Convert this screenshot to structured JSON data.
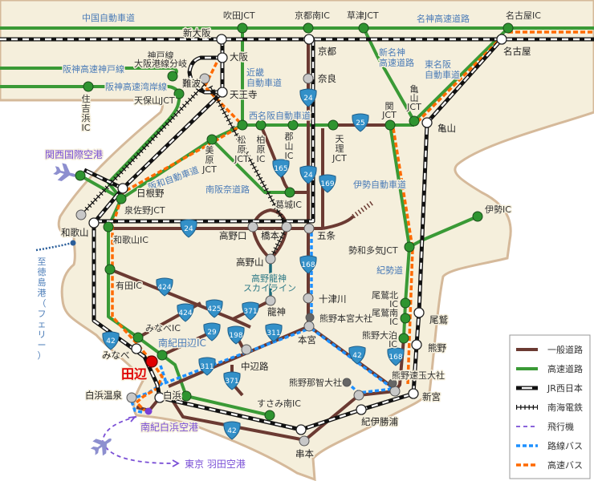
{
  "colors": {
    "land": "#f5efdc",
    "coast": "#d5b99a",
    "road": "#6b3a32",
    "expressway": "#3a9a36",
    "jr": "#111111",
    "bus": "#1e90ff",
    "highway_bus": "#ff6a00",
    "plane": "#7a4fd6",
    "tanabe": "#e00000",
    "route_shield": "#3390c8"
  },
  "roads": {
    "chugoku": "中国自動車道",
    "meishin": "名神高速道路",
    "hanshin_kobe": "阪神高速神戸線",
    "hanshin_wangan": "阪神高速湾岸線",
    "kinki": [
      "近畿",
      "自動車道"
    ],
    "nishimeihan": "西名阪自動車道",
    "shinmeishin": [
      "新名神",
      "高速道路"
    ],
    "higashimeihan": [
      "東名阪",
      "自動車道"
    ],
    "hanwa": "阪和自動車道",
    "minamihanna": "南阪奈道路",
    "ise": "伊勢自動車道",
    "kisei": "紀勢道",
    "koya_ryujin": [
      "高野龍神",
      "スカイライン"
    ],
    "branch": [
      "神戸線",
      "大阪港線分岐"
    ]
  },
  "ics": {
    "suita": "吹田JCT",
    "kyotominami": "京都南IC",
    "kusatsu": "草津JCT",
    "nagoya_ic": "名古屋IC",
    "tempozan": "天保山JCT",
    "suminoehama": [
      "住",
      "吉",
      "浜",
      "IC"
    ],
    "matsubara": [
      "松",
      "原",
      "JCT"
    ],
    "kashiwara": [
      "柏",
      "原",
      "IC"
    ],
    "koriyama": [
      "郡",
      "山",
      "IC"
    ],
    "mihara": [
      "美",
      "原",
      "JCT"
    ],
    "tenri": [
      "天",
      "理",
      "JCT"
    ],
    "seki": [
      "関",
      "JCT"
    ],
    "kameyama_jct": [
      "亀",
      "山",
      "JCT"
    ],
    "izumisano": "泉佐野JCT",
    "katsuragi": "葛城IC",
    "wakayama_ic": "和歌山IC",
    "arida": "有田IC",
    "minabe_ic": "みなべIC",
    "nanki_tanabe": "南紀田辺IC",
    "susami": "すさみ南IC",
    "ise_ic": "伊勢IC",
    "seiwataki": "勢和多気JCT",
    "owase_kita": [
      "尾鷲北",
      "IC"
    ],
    "owase_minami": [
      "尾鷲南",
      "IC"
    ],
    "kumano_odomari": [
      "熊野大泊",
      "IC"
    ]
  },
  "stations": {
    "shinosaka": "新大阪",
    "osaka": "大阪",
    "namba": "難波",
    "tennoji": "天王寺",
    "kyoto": "京都",
    "nara": "奈良",
    "nagoya": "名古屋",
    "kameyama": "亀山",
    "hineno": "日根野",
    "wakayama": "和歌山",
    "koyaguchi": "高野口",
    "hashimoto": "橋本",
    "gojo": "五条",
    "koyasan": "高野山",
    "ryujin": "龍神",
    "totsukawa": "十津川",
    "hongu": "本宮",
    "nakahechi": "中辺路",
    "minabe": "みなべ",
    "tanabe": "田辺",
    "shirahama": "白浜",
    "shirahama_onsen": "白浜温泉",
    "kushimoto": "串本",
    "kiikatsuura": "紀伊勝浦",
    "shingu": "新宮",
    "kumano": "熊野",
    "owase": "尾鷲"
  },
  "shrines": {
    "hongu_taisha": "熊野本宮大社",
    "nachi_taisha": "熊野那智大社",
    "hayatama_taisha": "熊野速玉大社"
  },
  "airports": {
    "kansai": "関西国際空港",
    "nanki_shirahama": "南紀白浜空港",
    "haneda": "東京 羽田空港"
  },
  "ferry": [
    "至",
    "徳",
    "島",
    "港",
    "（",
    "フ",
    "ェ",
    "リ",
    "ー",
    "）"
  ],
  "shields": [
    "24",
    "24",
    "165",
    "169",
    "25",
    "24",
    "168",
    "424",
    "424",
    "425",
    "371",
    "29",
    "198",
    "311",
    "311",
    "371",
    "42",
    "42",
    "168",
    "42"
  ],
  "legend": [
    {
      "label": "一般道路",
      "style": "road"
    },
    {
      "label": "高速道路",
      "style": "expressway"
    },
    {
      "label": "JR西日本",
      "style": "jr"
    },
    {
      "label": "南海電鉄",
      "style": "nankai"
    },
    {
      "label": "飛行機",
      "style": "plane"
    },
    {
      "label": "路線バス",
      "style": "bus"
    },
    {
      "label": "高速バス",
      "style": "highway_bus"
    }
  ]
}
